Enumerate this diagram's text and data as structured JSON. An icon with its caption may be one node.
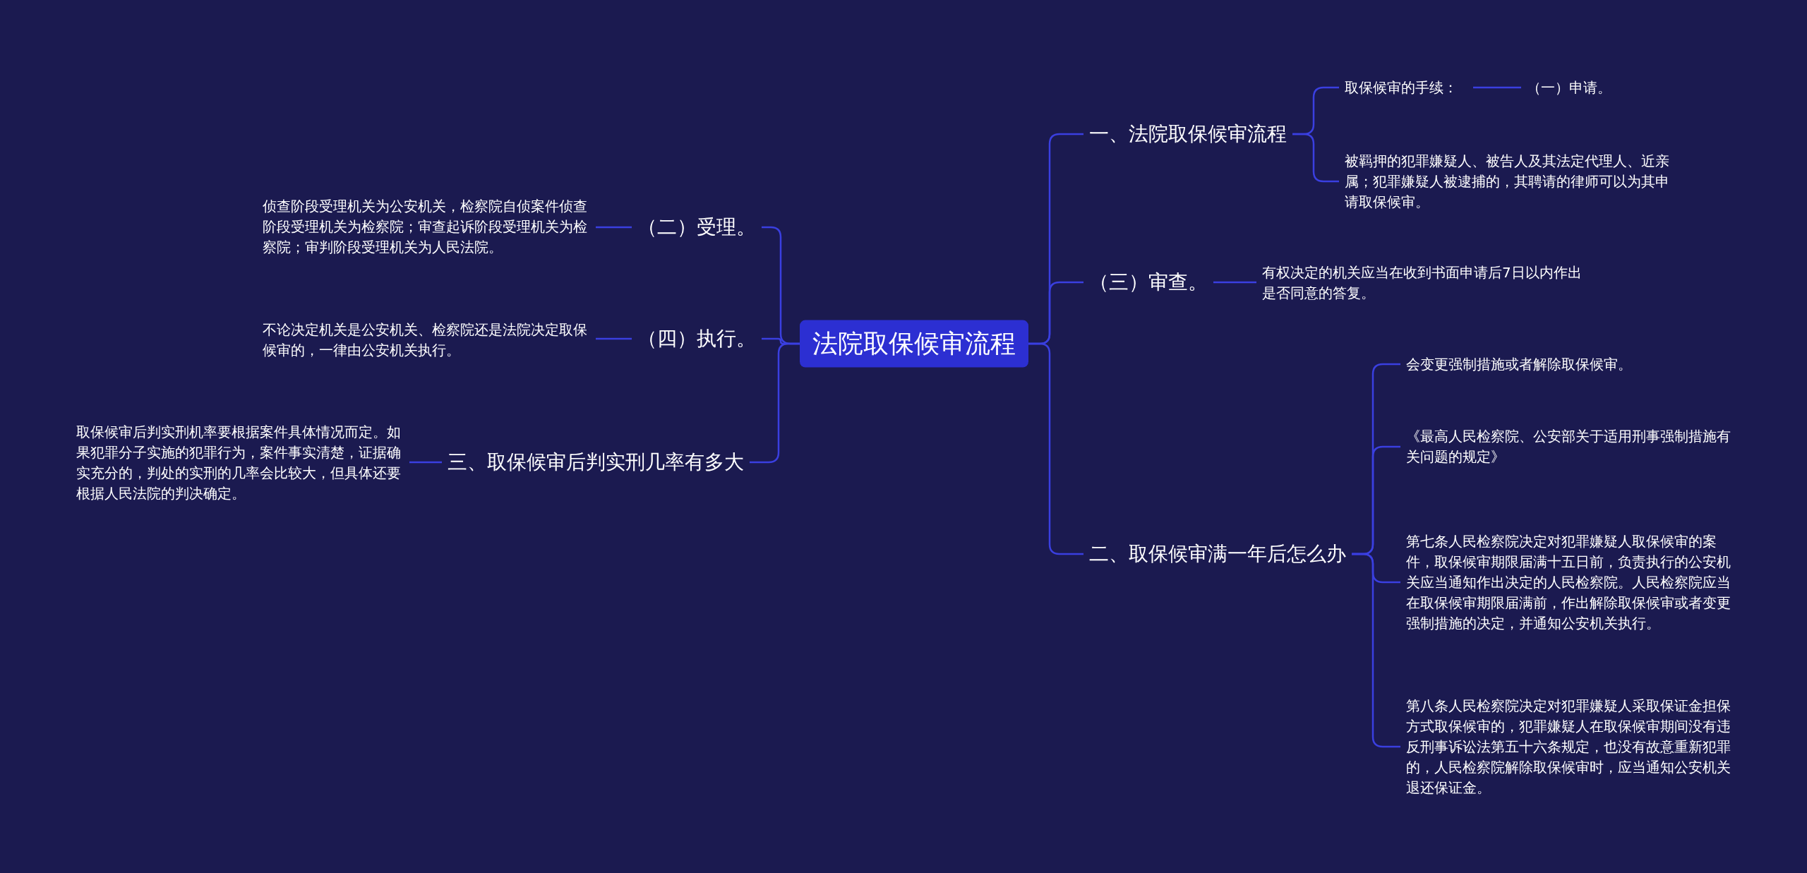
{
  "diagram": {
    "nodes": [
      {
        "text": [
          "法院取保候审流程"
        ]
      },
      {
        "text": [
          "一、法院取保候审流程"
        ]
      },
      {
        "text": [
          "取保候审的手续："
        ]
      },
      {
        "text": [
          "（一）申请。"
        ]
      },
      {
        "text": [
          "被羁押的犯罪嫌疑人、被告人及其法定代理人、近亲属；犯罪嫌疑人被逮捕的，其聘请的律师可以为其申请取保候审。"
        ]
      },
      {
        "text": [
          "（三）审查。"
        ]
      },
      {
        "text": [
          "有权决定的机关应当在收到书面申请后7日以内作出是否同意的答复。"
        ]
      },
      {
        "text": [
          "二、取保候审满一年后怎么办"
        ]
      },
      {
        "text": [
          "会变更强制措施或者解除取保候审。"
        ]
      },
      {
        "text": [
          "《最高人民检察院、公安部关于适用刑事强制措施有关问题的规定》"
        ]
      },
      {
        "text": [
          "第七条人民检察院决定对犯罪嫌疑人取保候审的案件，取保候审期限届满十五日前，负责执行的公安机关应当通知作出决定的人民检察院。人民检察院应当在取保候审期限届满前，作出解除取保候审或者变更强制措施的决定，并通知公安机关执行。"
        ]
      },
      {
        "text": [
          "第八条人民检察院决定对犯罪嫌疑人采取保证金担保方式取保候审的，犯罪嫌疑人在取保候审期间没有违反刑事诉讼法第五十六条规定，也没有故意重新犯罪的，人民检察院解除取保候审时，应当通知公安机关退还保证金。"
        ]
      },
      {
        "text": [
          "（二）受理。"
        ]
      },
      {
        "text": [
          "侦查阶段受理机关为公安机关，检察院自侦案件侦查阶段受理机关为检察院；审查起诉阶段受理机关为检察院；审判阶段受理机关为人民法院。"
        ]
      },
      {
        "text": [
          "（四）执行。"
        ]
      },
      {
        "text": [
          "不论决定机关是公安机关、检察院还是法院决定取保候审的，一律由公安机关执行。"
        ]
      },
      {
        "text": [
          "三、取保候审后判实刑几率有多大"
        ]
      },
      {
        "text": [
          "取保候审后判实刑机率要根据案件具体情况而定。如果犯罪分子实施的犯罪行为，案件事实清楚，证据确实充分的，判处的实刑的几率会比较大，但具体还要根据人民法院的判决确定。"
        ]
      }
    ],
    "edges": [
      {
        "from": 0,
        "to": 1,
        "arrow": "none"
      },
      {
        "from": 1,
        "to": 2,
        "arrow": "none"
      },
      {
        "from": 2,
        "to": 3,
        "arrow": "none"
      },
      {
        "from": 1,
        "to": 4,
        "arrow": "none"
      },
      {
        "from": 0,
        "to": 5,
        "arrow": "none"
      },
      {
        "from": 5,
        "to": 6,
        "arrow": "none"
      },
      {
        "from": 0,
        "to": 7,
        "arrow": "none"
      },
      {
        "from": 7,
        "to": 8,
        "arrow": "none"
      },
      {
        "from": 7,
        "to": 9,
        "arrow": "none"
      },
      {
        "from": 7,
        "to": 10,
        "arrow": "none"
      },
      {
        "from": 7,
        "to": 11,
        "arrow": "none"
      },
      {
        "from": 0,
        "to": 12,
        "arrow": "none"
      },
      {
        "from": 12,
        "to": 13,
        "arrow": "none"
      },
      {
        "from": 0,
        "to": 14,
        "arrow": "none"
      },
      {
        "from": 14,
        "to": 15,
        "arrow": "none"
      },
      {
        "from": 0,
        "to": 16,
        "arrow": "none"
      },
      {
        "from": 16,
        "to": 17,
        "arrow": "none"
      }
    ]
  }
}
